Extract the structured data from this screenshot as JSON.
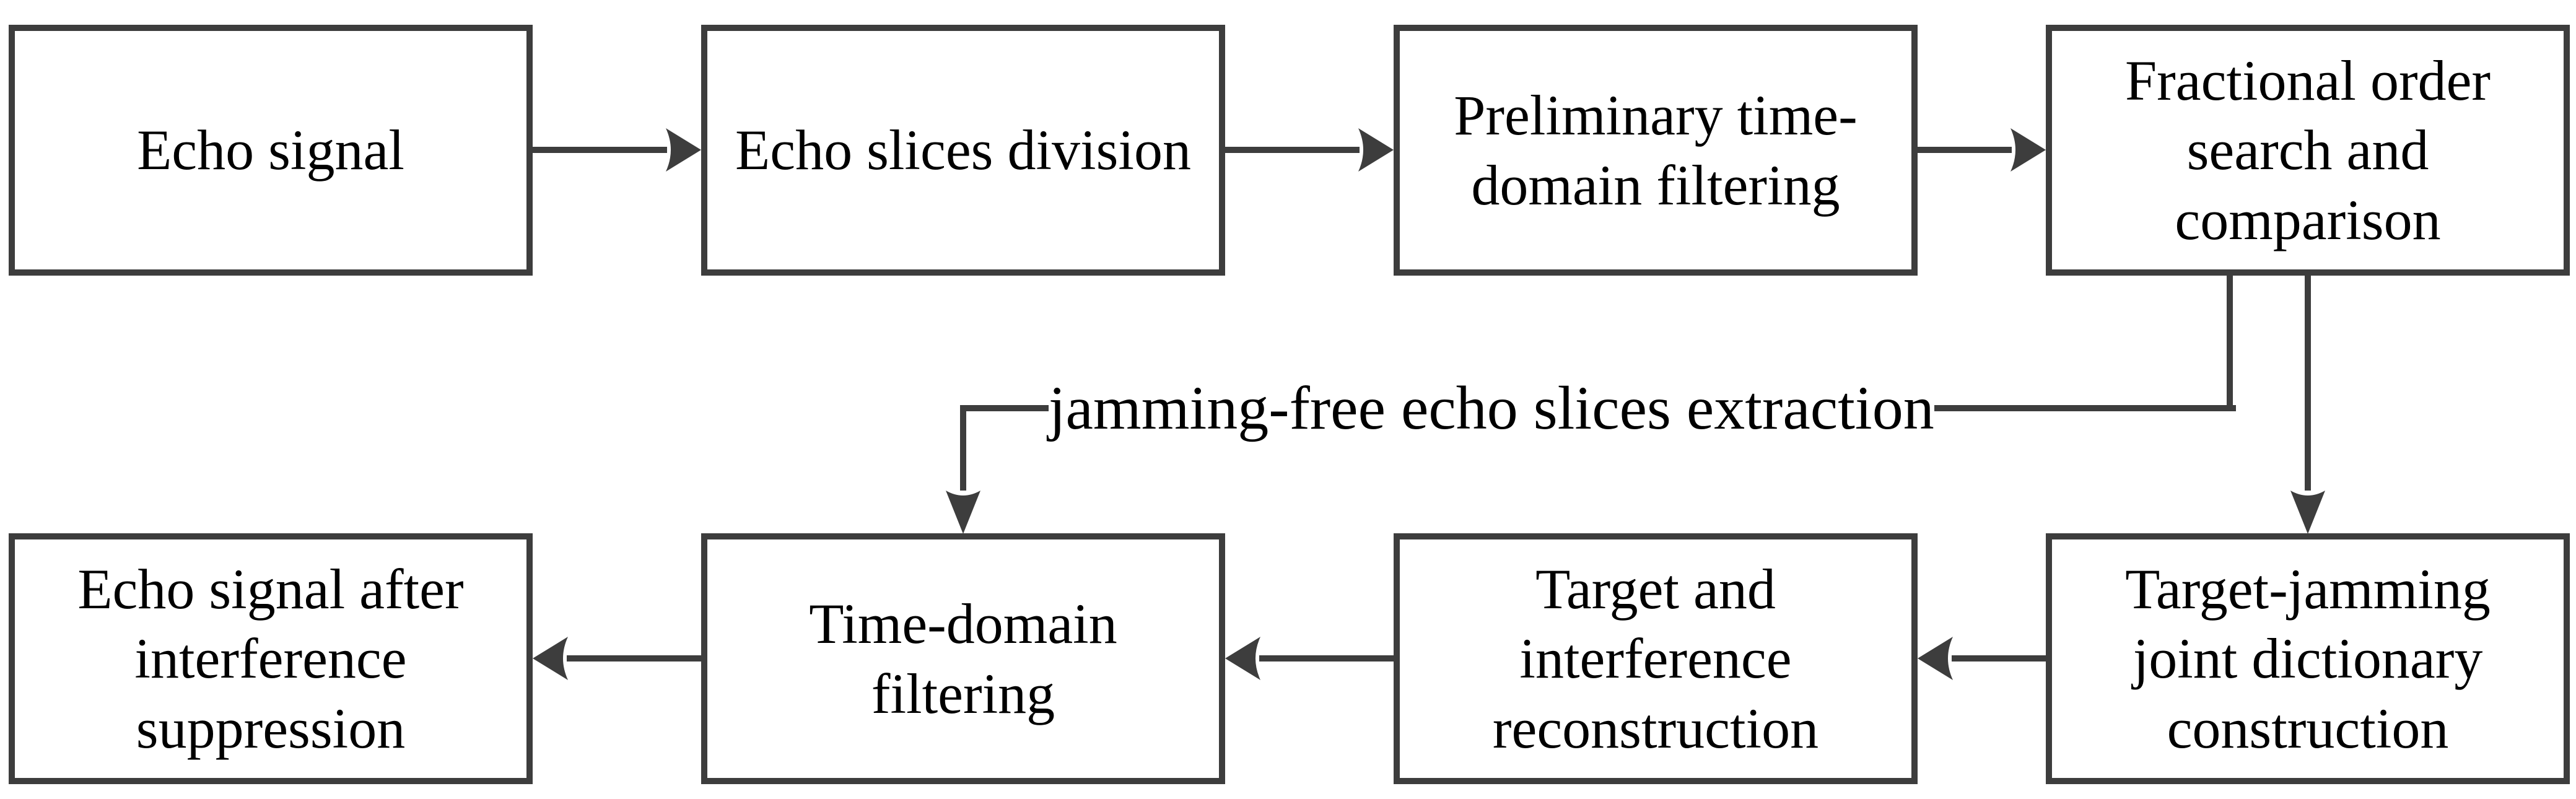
{
  "colors": {
    "background": "#ffffff",
    "line": "#3d3d3d",
    "text": "#000000"
  },
  "flowchart": {
    "top_row": [
      {
        "label": "Echo signal"
      },
      {
        "label": "Echo slices division"
      },
      {
        "label": "Preliminary time-\ndomain filtering"
      },
      {
        "label": "Fractional order\nsearch and\ncomparison"
      }
    ],
    "bottom_row": [
      {
        "label": "Echo signal after\ninterference\nsuppression"
      },
      {
        "label": "Time-domain\nfiltering"
      },
      {
        "label": "Target and\ninterference\nreconstruction"
      },
      {
        "label": "Target-jamming\njoint dictionary\nconstruction"
      }
    ],
    "edge_label": "jamming-free echo slices extraction"
  }
}
